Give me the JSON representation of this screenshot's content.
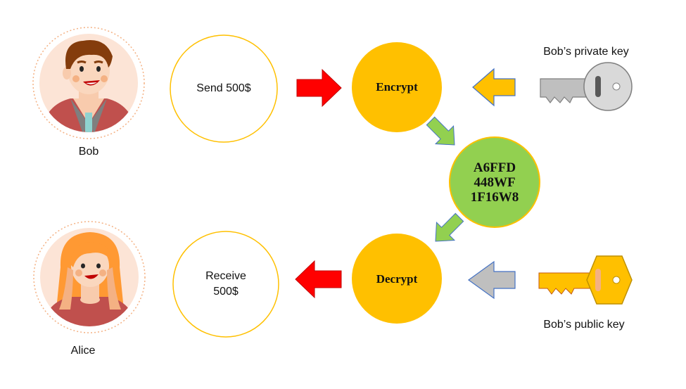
{
  "people": {
    "bob": {
      "label": "Bob"
    },
    "alice": {
      "label": "Alice"
    }
  },
  "messages": {
    "send": "Send 500$",
    "receive": "Receive\n500$"
  },
  "steps": {
    "encrypt": "Encrypt",
    "decrypt": "Decrypt",
    "ciphertext": "A6FFD\n448WF\n1F16W8"
  },
  "keys": {
    "private_label": "Bob’s private key",
    "public_label": "Bob’s public key"
  },
  "colors": {
    "step_fill": "#FFC000",
    "cipher_fill": "#92D050",
    "cipher_stroke": "#FFC000",
    "flow_arrow": "#FF0000",
    "private_arrow": "#FFC000",
    "public_arrow": "#BFBFBF",
    "diag_arrow": "#92D050",
    "ring": "#F4B183"
  }
}
